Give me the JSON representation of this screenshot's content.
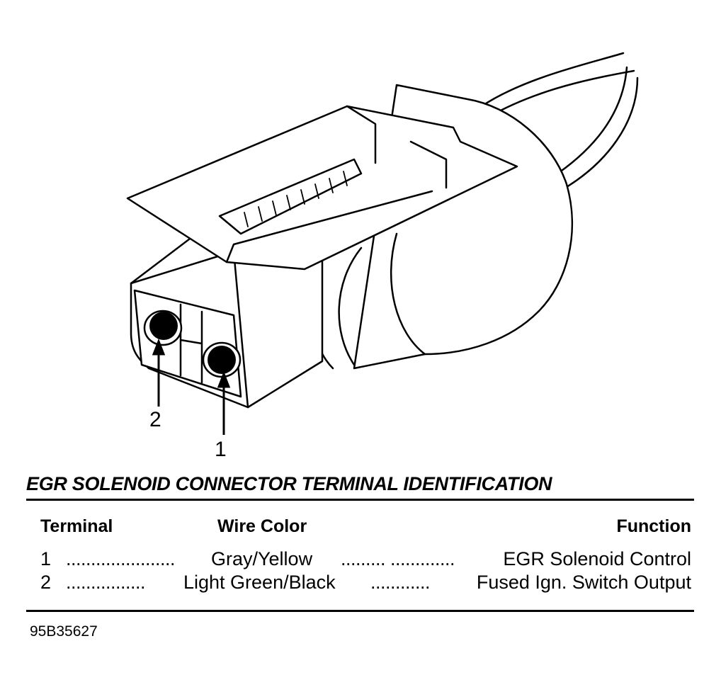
{
  "diagram": {
    "terminal_labels": [
      "2",
      "1"
    ]
  },
  "table": {
    "title": "EGR SOLENOID CONNECTOR TERMINAL IDENTIFICATION",
    "headers": {
      "terminal": "Terminal",
      "wire_color": "Wire Color",
      "function": "Function"
    },
    "rows": [
      {
        "terminal": "1",
        "dots1": "......................",
        "wire_color": "Gray/Yellow",
        "dots2": "......... .............",
        "function": "EGR Solenoid Control"
      },
      {
        "terminal": "2",
        "dots1": "................",
        "wire_color": "Light Green/Black",
        "dots2": "............",
        "function": "Fused Ign. Switch Output"
      }
    ]
  },
  "figure_code": "95B35627"
}
